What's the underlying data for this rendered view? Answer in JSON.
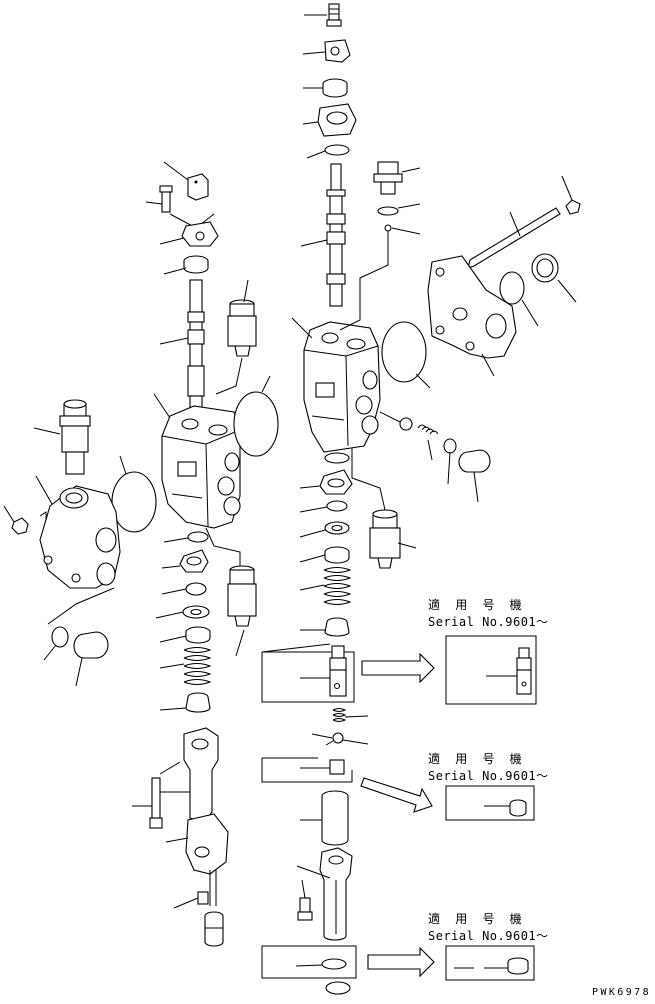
{
  "notes": [
    {
      "id": "note1",
      "jp": "適 用 号 機",
      "serial": "Serial No.9601～"
    },
    {
      "id": "note2",
      "jp": "適 用 号 機",
      "serial": "Serial No.9601～"
    },
    {
      "id": "note3",
      "jp": "適 用 号 機",
      "serial": "Serial No.9601～"
    }
  ],
  "drawing_code": "PWK6978"
}
